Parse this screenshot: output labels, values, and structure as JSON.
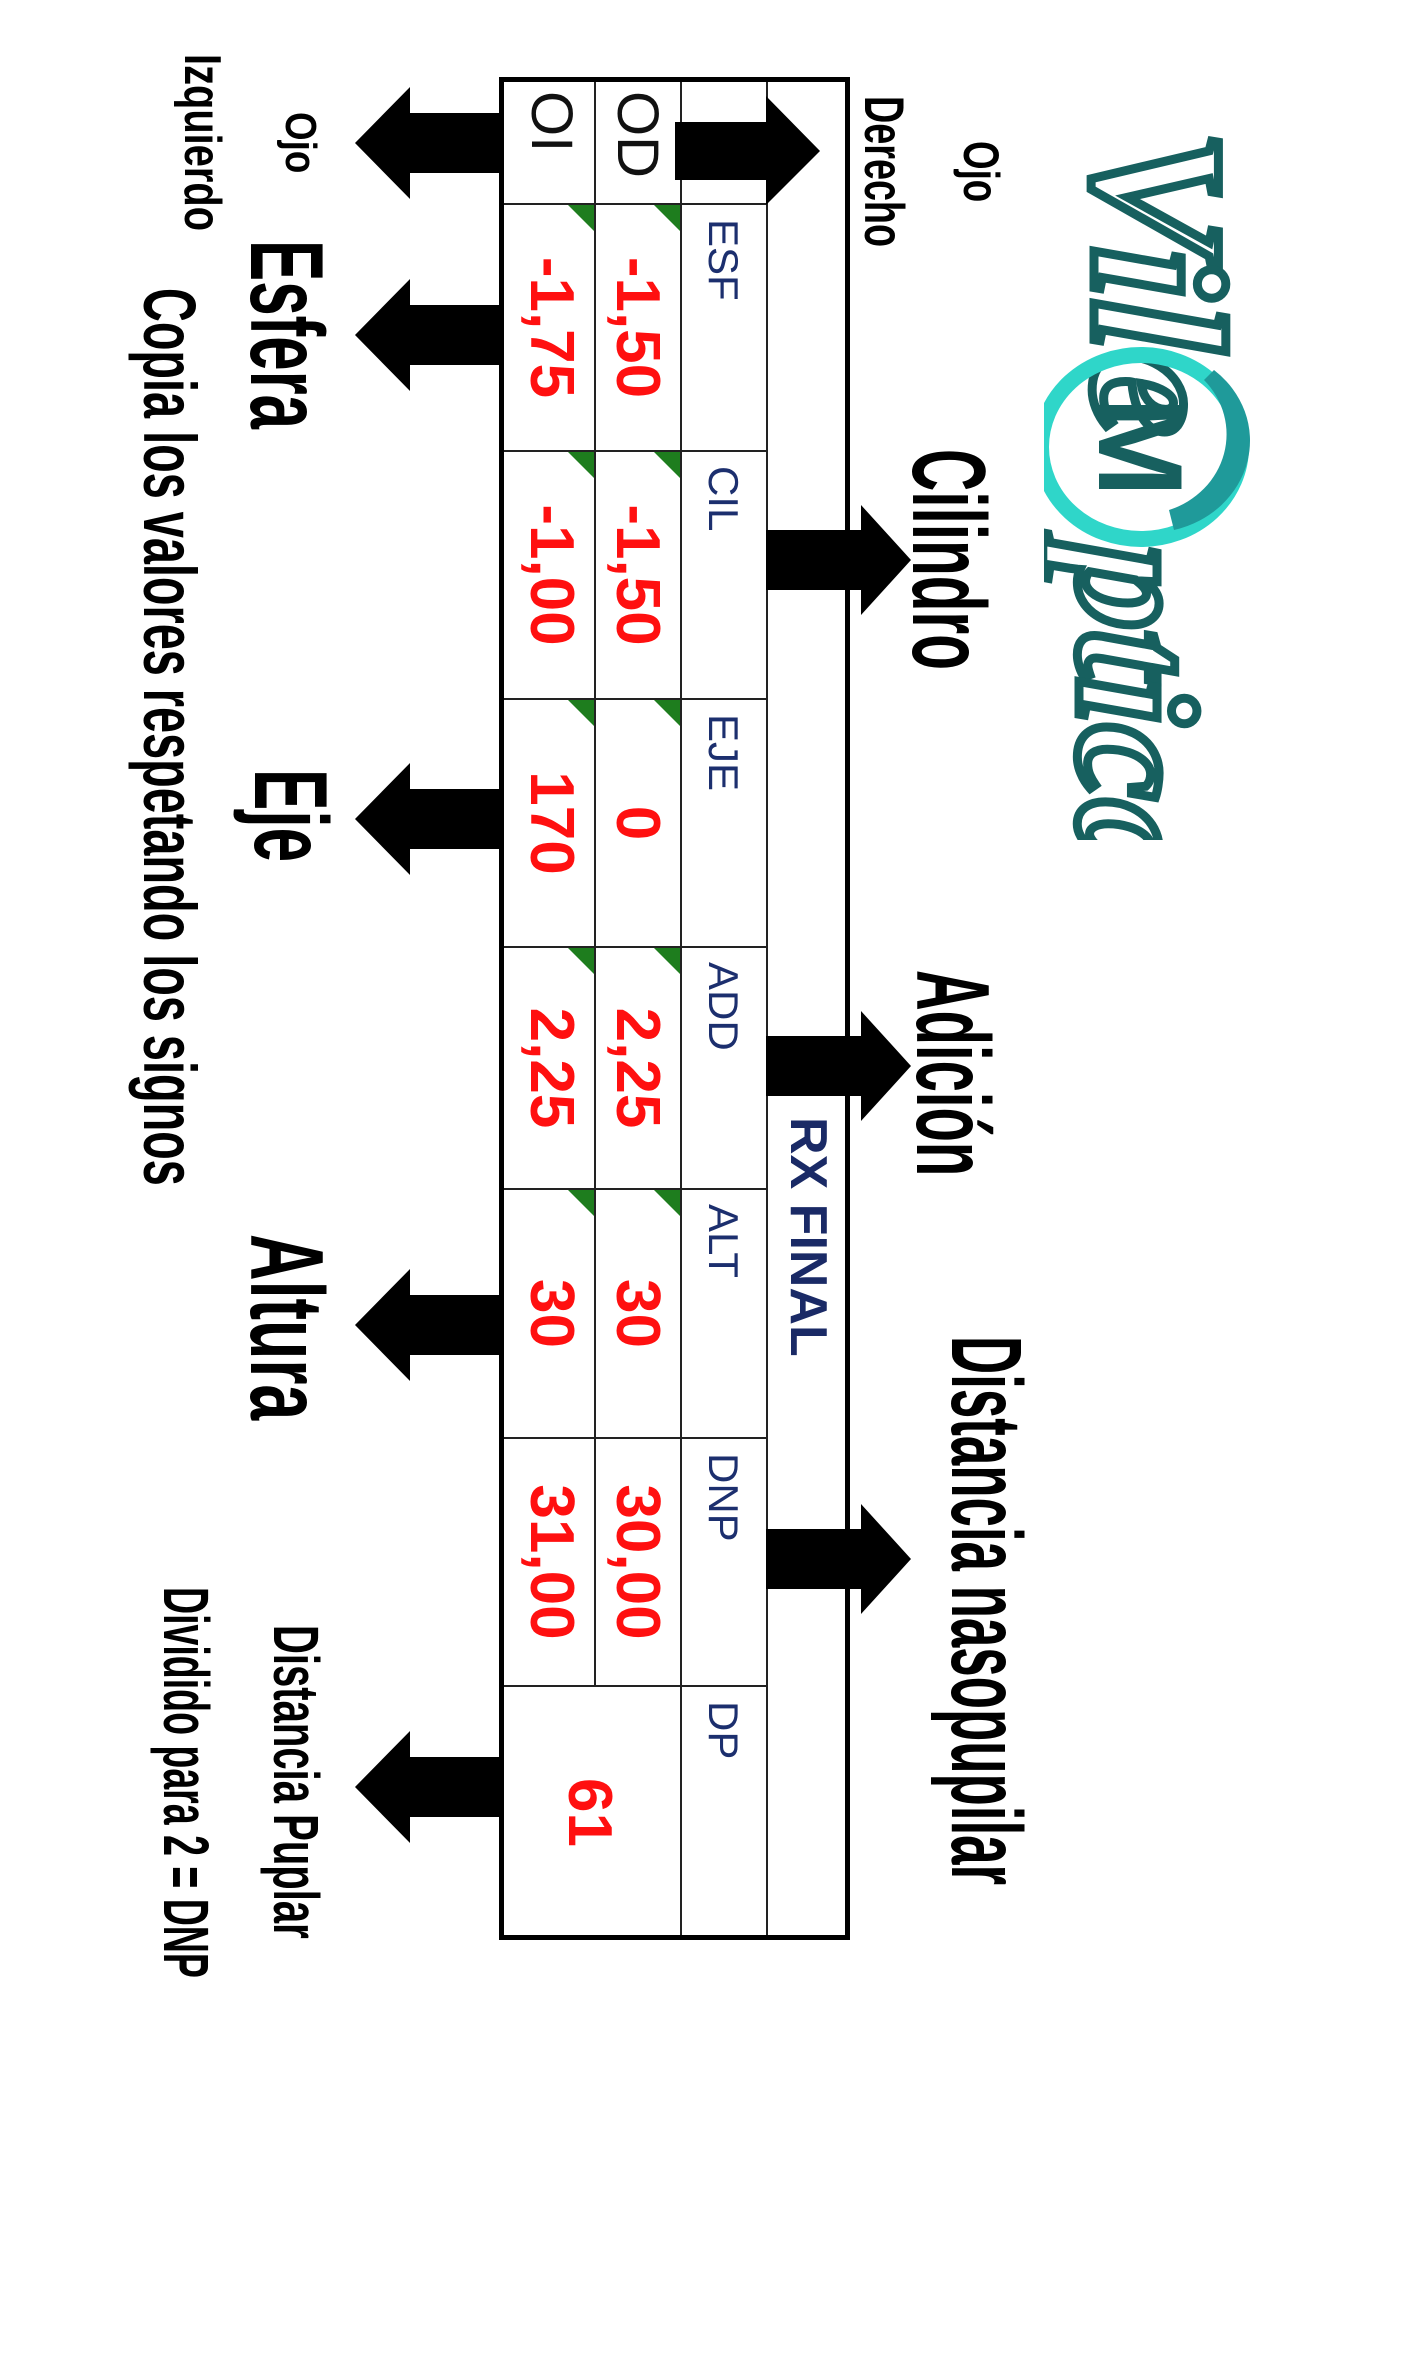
{
  "logo": {
    "text_before": "Vile",
    "monogram": "M",
    "text_after": "ptica",
    "colors": {
      "stroke": "#17605f",
      "ring_light": "#2fd6c9",
      "ring_dark": "#1f9a9a",
      "monogram": "#17605f"
    }
  },
  "labels": {
    "ojo_derecho_1": "Ojo",
    "ojo_derecho_2": "Derecho",
    "ojo_izquierdo_1": "Ojo",
    "ojo_izquierdo_2": "Izquierdo",
    "esfera": "Esfera",
    "esfera_note": "Copia los valores respetando los signos",
    "cilindro": "Cilindro",
    "eje": "Eje",
    "adicion": "Adición",
    "altura": "Altura",
    "dnp": "Distancia nasopupilar",
    "dp_1": "Distancia Puplar",
    "dp_2": "Dividido para 2 = DNP"
  },
  "table": {
    "title": "RX FINAL",
    "headers": [
      "ESF",
      "CIL",
      "EJE",
      "ADD",
      "ALT",
      "DNP",
      "DP"
    ],
    "rows": [
      {
        "eye": "OD",
        "values": [
          "-1,50",
          "-1,50",
          "0",
          "2,25",
          "30",
          "30,00"
        ]
      },
      {
        "eye": "OI",
        "values": [
          "-1,75",
          "-1,00",
          "170",
          "2,25",
          "30",
          "31,00"
        ]
      }
    ],
    "dp": "61"
  },
  "colors": {
    "value_text": "#ff1010",
    "header_text": "#1c2f6e",
    "comment_marker": "#1e7d1e",
    "arrows": "#000000"
  }
}
